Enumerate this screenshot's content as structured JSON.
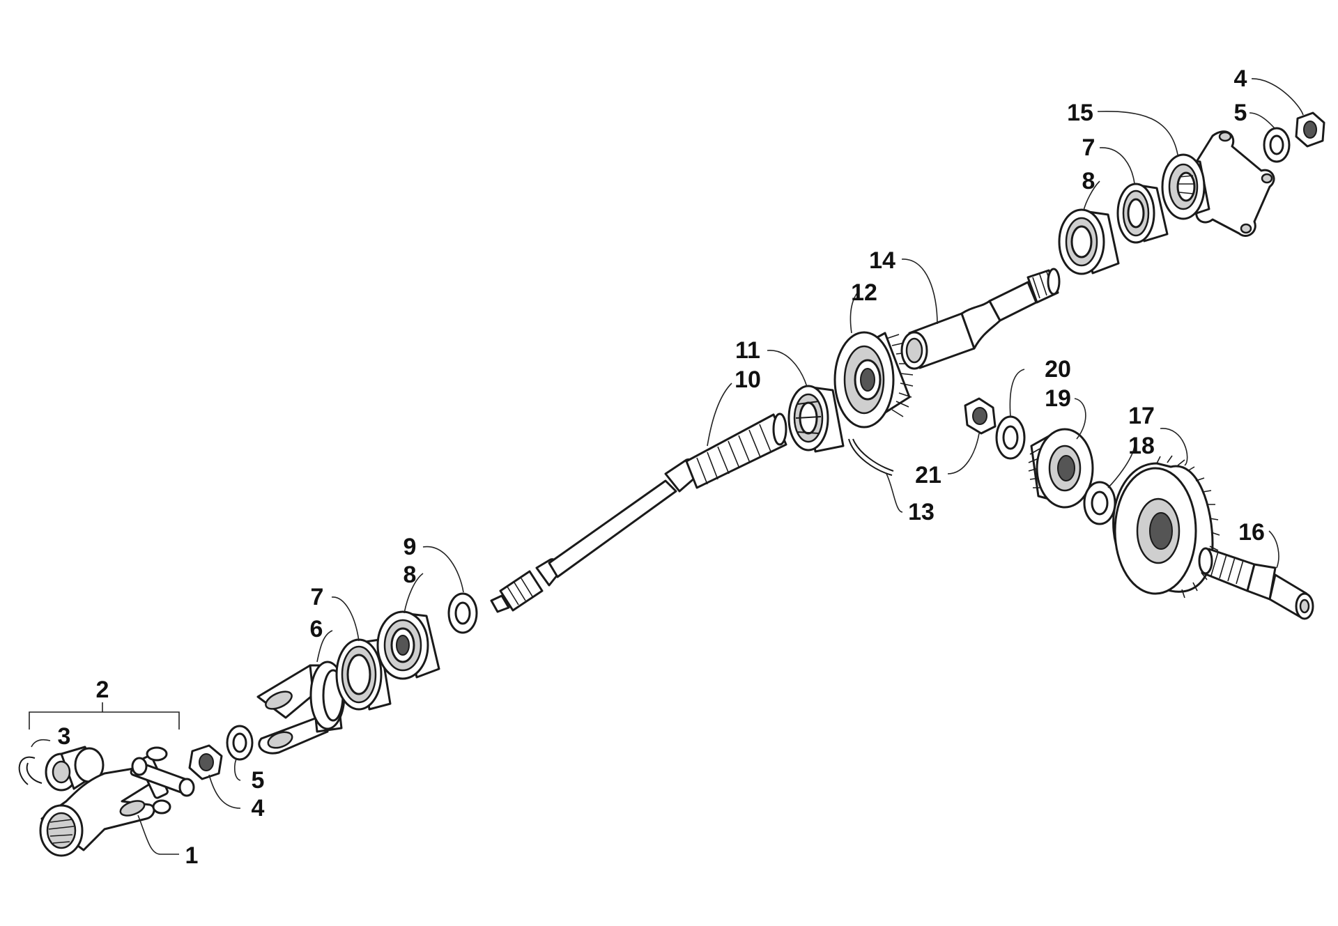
{
  "callouts": [
    {
      "id": "c1",
      "text": "1"
    },
    {
      "id": "c2",
      "text": "2"
    },
    {
      "id": "c3",
      "text": "3"
    },
    {
      "id": "c4a",
      "text": "4"
    },
    {
      "id": "c5a",
      "text": "5"
    },
    {
      "id": "c6",
      "text": "6"
    },
    {
      "id": "c7a",
      "text": "7"
    },
    {
      "id": "c8a",
      "text": "8"
    },
    {
      "id": "c9",
      "text": "9"
    },
    {
      "id": "c10",
      "text": "10"
    },
    {
      "id": "c11",
      "text": "11"
    },
    {
      "id": "c12",
      "text": "12"
    },
    {
      "id": "c13",
      "text": "13"
    },
    {
      "id": "c14",
      "text": "14"
    },
    {
      "id": "c15",
      "text": "15"
    },
    {
      "id": "c7b",
      "text": "7"
    },
    {
      "id": "c8b",
      "text": "8"
    },
    {
      "id": "c4b",
      "text": "4"
    },
    {
      "id": "c5b",
      "text": "5"
    },
    {
      "id": "c16",
      "text": "16"
    },
    {
      "id": "c17",
      "text": "17"
    },
    {
      "id": "c18",
      "text": "18"
    },
    {
      "id": "c19",
      "text": "19"
    },
    {
      "id": "c20",
      "text": "20"
    },
    {
      "id": "c21",
      "text": "21"
    }
  ]
}
